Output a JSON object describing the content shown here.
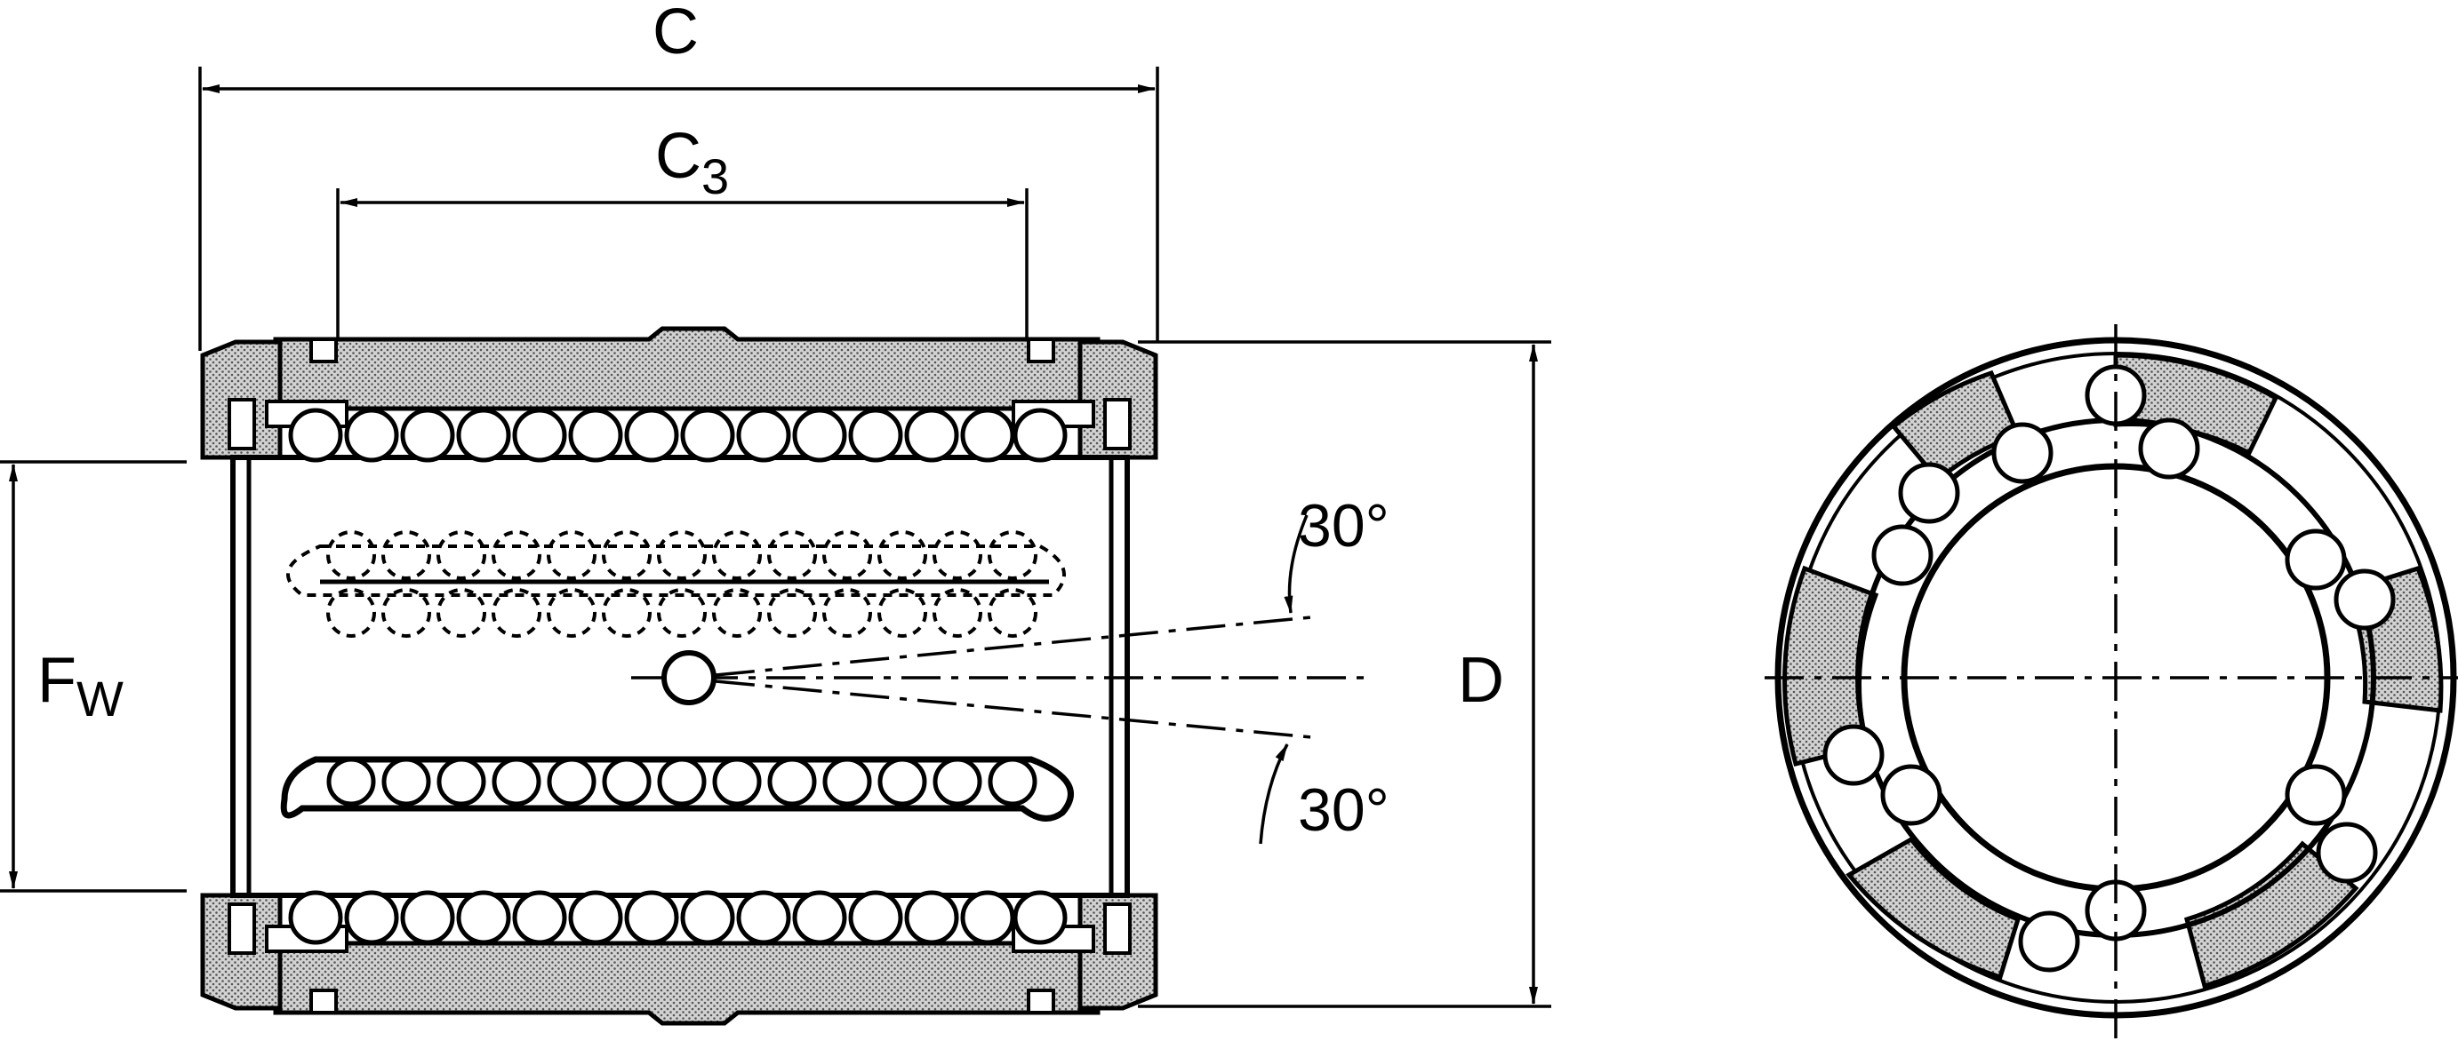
{
  "labels": {
    "overall_length": "C",
    "retainer_length": "C",
    "retainer_length_sub": "3",
    "inscribed_diameter": "F",
    "inscribed_diameter_sub": "W",
    "outer_diameter": "D",
    "angle_upper": "30°",
    "angle_lower": "30°"
  },
  "colors": {
    "line": "#000000",
    "fill": "#ffffff",
    "hatch": "#b0b0b0"
  }
}
